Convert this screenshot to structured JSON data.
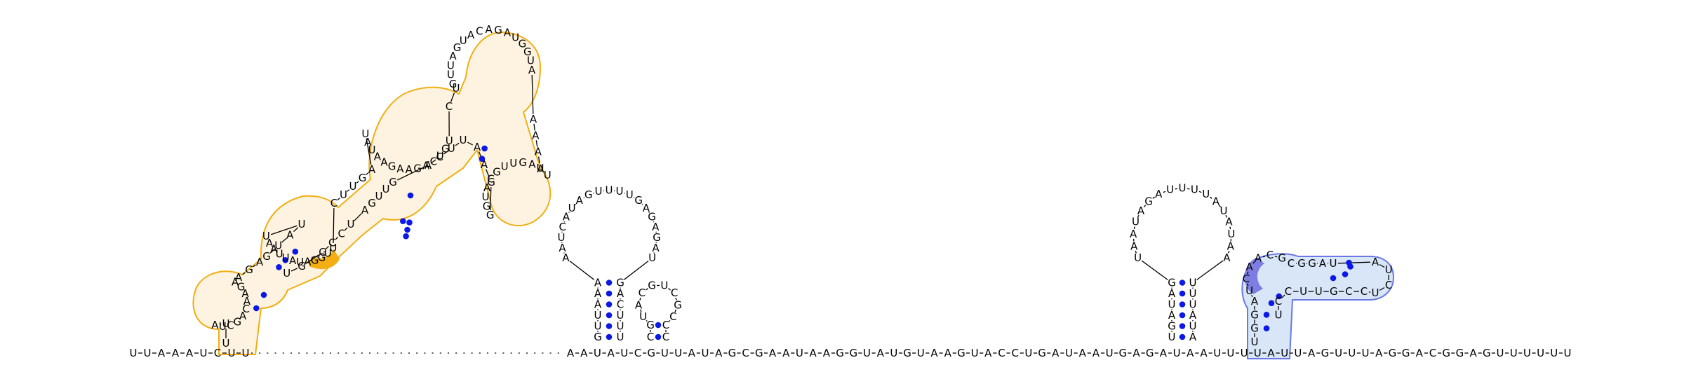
{
  "backbone": {
    "left": "UUAAAUCUU",
    "middle": "AAUAUCGUUAUAGCGAAUAAGGUAUGUAAGUACCUGAUAAUGAGAUAAUUUUAUUAGUUUAGGACGGAGUUUUUU"
  },
  "hairpin_2": {
    "stem_5p": "GUUAAA",
    "loop": "AAUCAUAGUUUUGAGAGAU",
    "stem_3p": "GACUUU"
  },
  "hairpin_3": {
    "stem_5p": "CG",
    "loop": "UACGUCGC",
    "stem_3p": "CC"
  },
  "hairpin_4": {
    "stem_5p": "UGAUAG",
    "loop": "UAAUAGAUUUUAUAUAA",
    "stem_3p": "UUUAUA"
  },
  "highlighted_domain_1": {
    "label": "orange",
    "sequence": "UUAUCGACAAGAAGAGUAUUAAUUAUAGGUUCUUGAUAUAAGAAGACUGUCUGUUAGUACAGAUGGUAAAAUUAAGUUGCAUGGGAAUUCAGUUGAUCCGGU"
  },
  "highlighted_domain_2": {
    "label": "blue",
    "sequence": "UGGAUCAACGCGGAUAUCUCCGUUCCU"
  },
  "colors": {
    "domain_1_stroke": "#f2ae13",
    "domain_1_fill": "#fdf3e0",
    "domain_1_accent": "#f2ae13",
    "domain_2_stroke": "#6a78e3",
    "domain_2_fill": "#d8e6f7",
    "domain_2_accent": "#7e7de3",
    "basepair_dot": "#0b18e6"
  }
}
